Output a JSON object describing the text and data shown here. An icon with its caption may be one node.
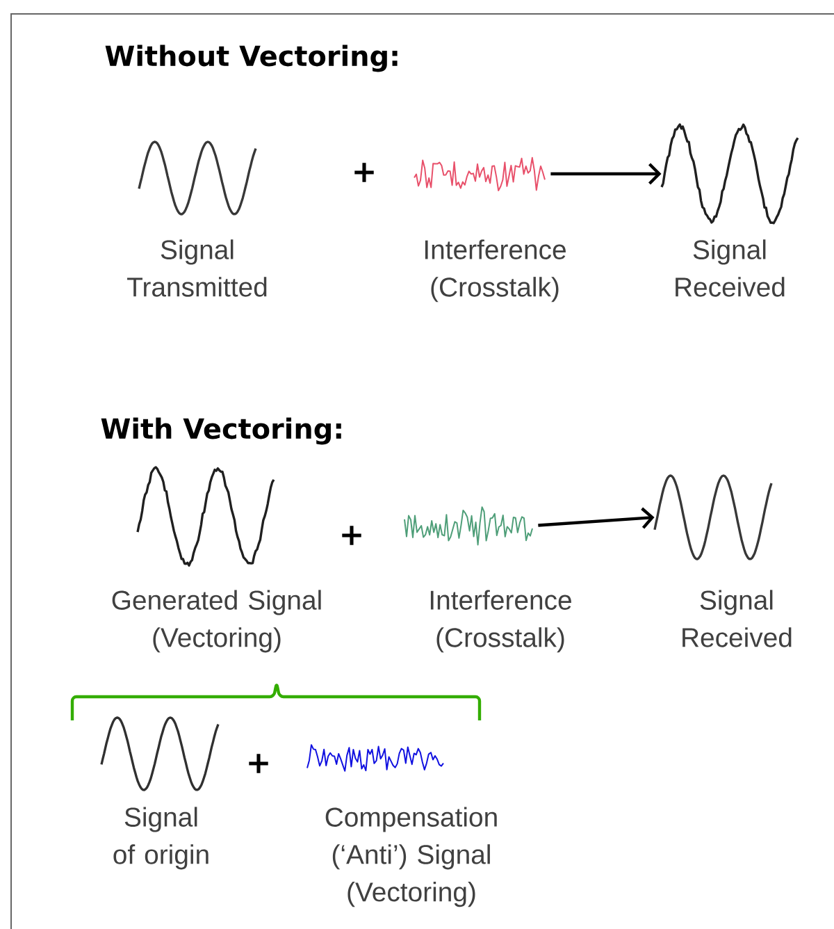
{
  "diagram": {
    "nodes": [
      {
        "text": [
          "Signal Transmitted"
        ]
      },
      {
        "text": [
          "Interference (Crosstalk)"
        ]
      },
      {
        "text": [
          "Signal Received"
        ]
      },
      {
        "text": [
          "Generated Signal (Vectoring)"
        ]
      },
      {
        "text": [
          "Interference (Crosstalk)"
        ]
      },
      {
        "text": [
          "Signal Received"
        ]
      },
      {
        "text": [
          "Signal of origin"
        ]
      },
      {
        "text": [
          "Compensation (‘Anti’) Signal (Vectoring)"
        ]
      }
    ],
    "edges": [
      {
        "from": 1,
        "to": 2,
        "arrow": "to"
      },
      {
        "from": 4,
        "to": 5,
        "arrow": "to"
      }
    ],
    "labels": [
      "Without Vectoring:",
      "+",
      "With Vectoring:",
      "+",
      "+"
    ]
  }
}
